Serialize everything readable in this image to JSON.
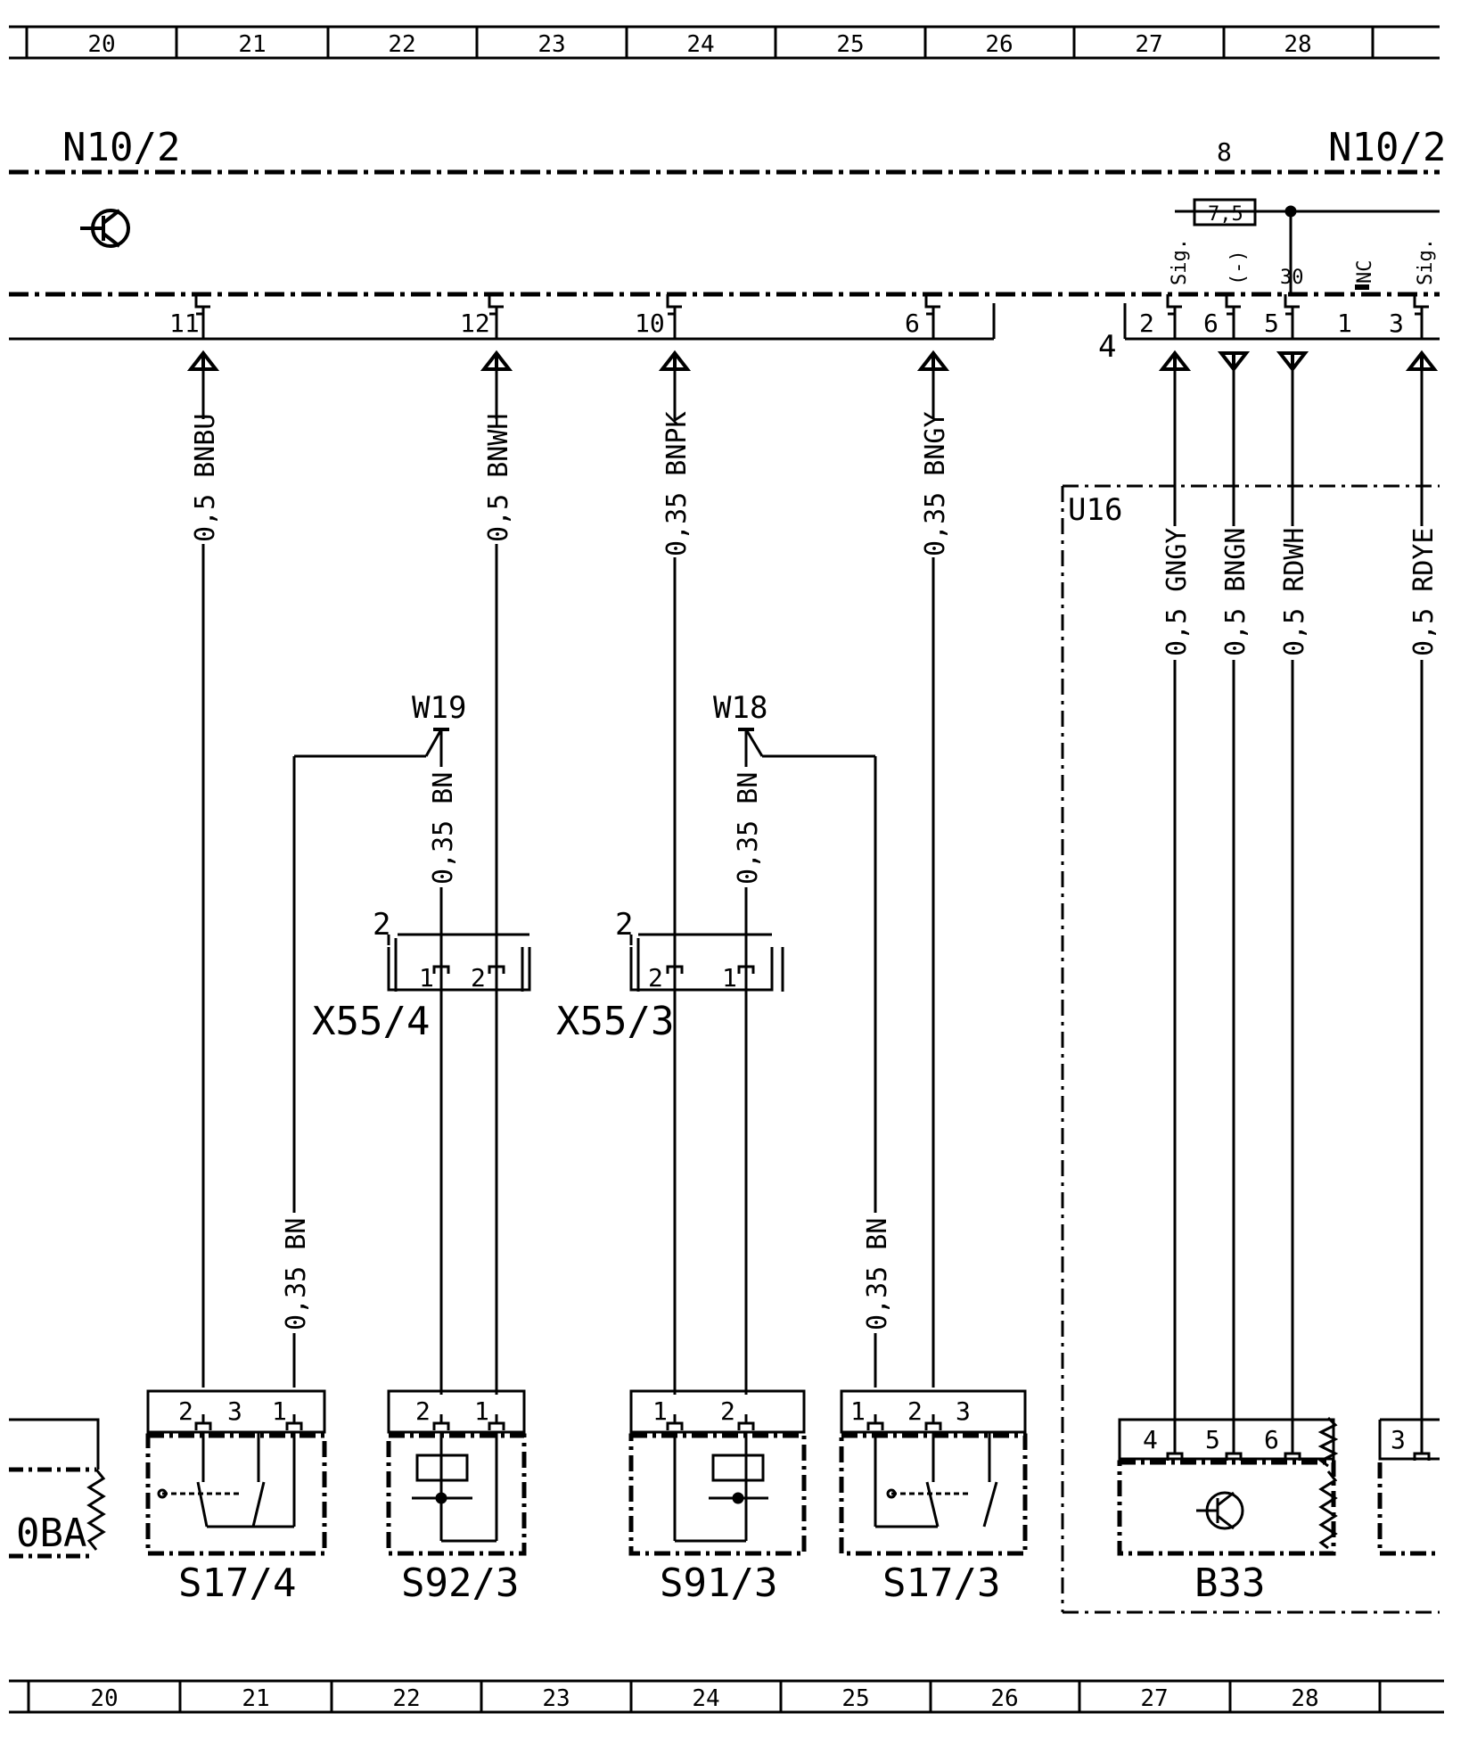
{
  "grid_columns": [
    "20",
    "21",
    "22",
    "23",
    "24",
    "25",
    "26",
    "27",
    "28"
  ],
  "top_module": {
    "label_left": "N10/2",
    "label_right": "N10/2",
    "connector_number": "8",
    "fuse_value": "7,5",
    "left_pins": [
      "11",
      "12",
      "10",
      "6"
    ],
    "right_connector_number": "4",
    "right_pin_numbers": [
      "2",
      "6",
      "5",
      "1",
      "3"
    ],
    "right_pin_tags": [
      "Sig.",
      "(-)",
      "30",
      "NC",
      "Sig."
    ]
  },
  "wires": [
    {
      "spec": "0,5  BNBU"
    },
    {
      "spec": "0,5  BNWH"
    },
    {
      "spec": "0,35  BNPK"
    },
    {
      "spec": "0,35  BNGY"
    },
    {
      "spec": "0,5  GNGY"
    },
    {
      "spec": "0,5  BNGN"
    },
    {
      "spec": "0,5  RDWH"
    },
    {
      "spec": "0,5  RDYE"
    }
  ],
  "ground_wires": [
    {
      "label": "W19",
      "spec": "0,35  BN"
    },
    {
      "label": "W18",
      "spec": "0,35  BN"
    }
  ],
  "lower_wires": [
    "0,35  BN",
    "0,35  BN"
  ],
  "connectors": [
    {
      "label": "X55/4",
      "side_number": "2",
      "pins": [
        "1",
        "2"
      ]
    },
    {
      "label": "X55/3",
      "side_number": "2",
      "pins": [
        "2",
        "1"
      ]
    }
  ],
  "unit_label": "U16",
  "components": [
    {
      "label": "S17/4",
      "pins": [
        "2",
        "3",
        "1"
      ]
    },
    {
      "label": "S92/3",
      "pins": [
        "2",
        "1"
      ]
    },
    {
      "label": "S91/3",
      "pins": [
        "1",
        "2"
      ]
    },
    {
      "label": "S17/3",
      "pins": [
        "1",
        "2",
        "3"
      ]
    },
    {
      "label": "B33",
      "pins": [
        "4",
        "5",
        "6"
      ]
    }
  ],
  "partial_left_label": "0BA",
  "partial_right_pin": "3"
}
